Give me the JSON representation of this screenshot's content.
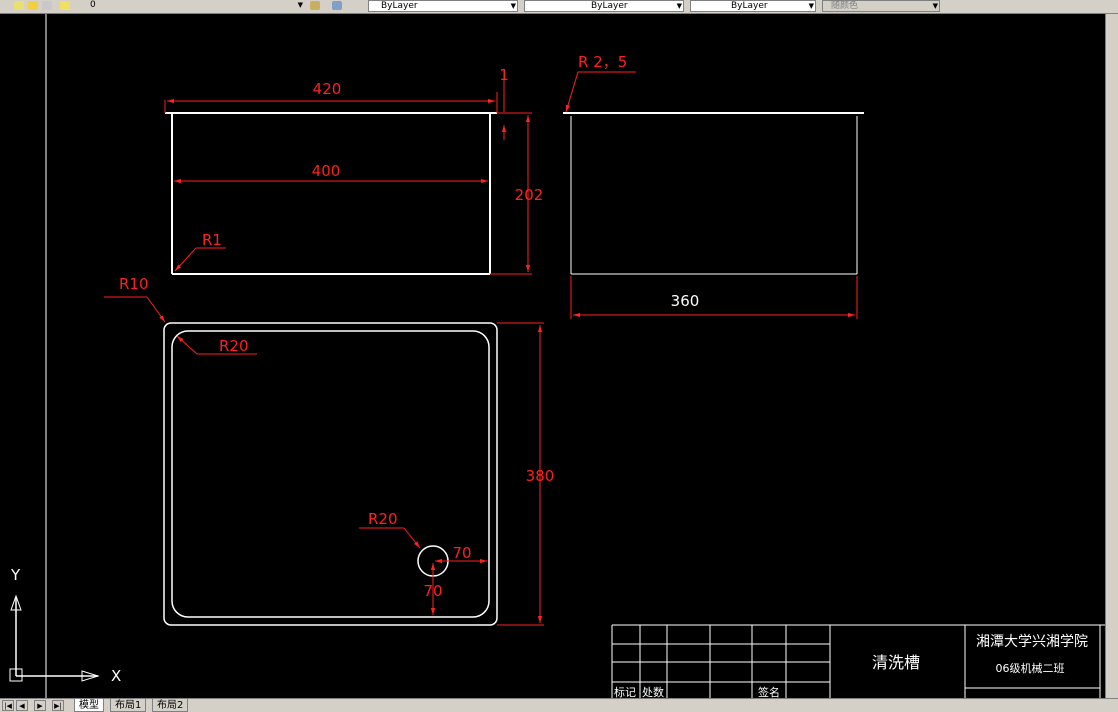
{
  "toolbar": {
    "layer_value": "0",
    "color_value": "ByLayer",
    "linetype_value": "ByLayer",
    "lineweight_value": "ByLayer",
    "plotstyle_value": "随颜色"
  },
  "drawing": {
    "front_view": {
      "width_outer": "420",
      "width_inner": "400",
      "height": "202",
      "wall": "1",
      "radius": "R1"
    },
    "side_view": {
      "radius": "R 2，5",
      "width": "360"
    },
    "top_view": {
      "outer_radius": "R10",
      "inner_radius": "R20",
      "height": "380",
      "drain_radius": "R20",
      "drain_x": "70",
      "drain_y": "70"
    },
    "ucs": {
      "x_label": "X",
      "y_label": "Y"
    }
  },
  "title_block": {
    "part_name": "清洗槽",
    "school": "湘潭大学兴湘学院",
    "class": "06级机械二班",
    "col_mark": "标记",
    "col_count": "处数",
    "col_sign": "签名"
  },
  "layout_tabs": [
    "模型",
    "布局1",
    "布局2"
  ]
}
